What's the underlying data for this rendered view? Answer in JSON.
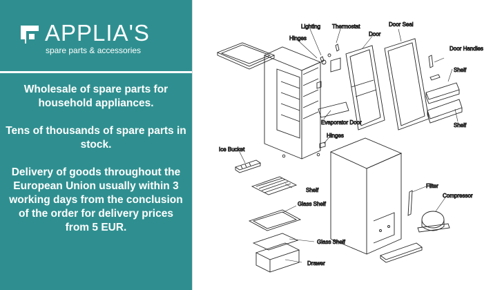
{
  "brand": {
    "name": "APPLIA'S",
    "tagline": "spare parts & accessories",
    "color": "#2f8f90"
  },
  "blurb": {
    "line1": "Wholesale of spare parts for household appliances.",
    "line2": "Tens of thousands of spare parts in stock.",
    "line3": "Delivery of goods throughout the European Union usually within 3 working days from the conclusion of the order for delivery prices from 5 EUR."
  },
  "diagram": {
    "labels": {
      "lighting": "Lighting",
      "thermostat": "Thermostat",
      "door_seal": "Door Seal",
      "hinges_top": "Hinges",
      "door": "Door",
      "door_handles": "Door Handles",
      "shelf_1": "Shelf",
      "shelf_2": "Shelf",
      "evaporator_door": "Evaporator Door",
      "hinges_bottom": "Hinges",
      "ice_bucket": "Ice Bucket",
      "shelf_3": "Shelf",
      "filter": "Filter",
      "compressor": "Compressor",
      "glass_shelf_1": "Glass Shelf",
      "glass_shelf_2": "Glass Shelf",
      "drawer": "Drawer"
    }
  }
}
